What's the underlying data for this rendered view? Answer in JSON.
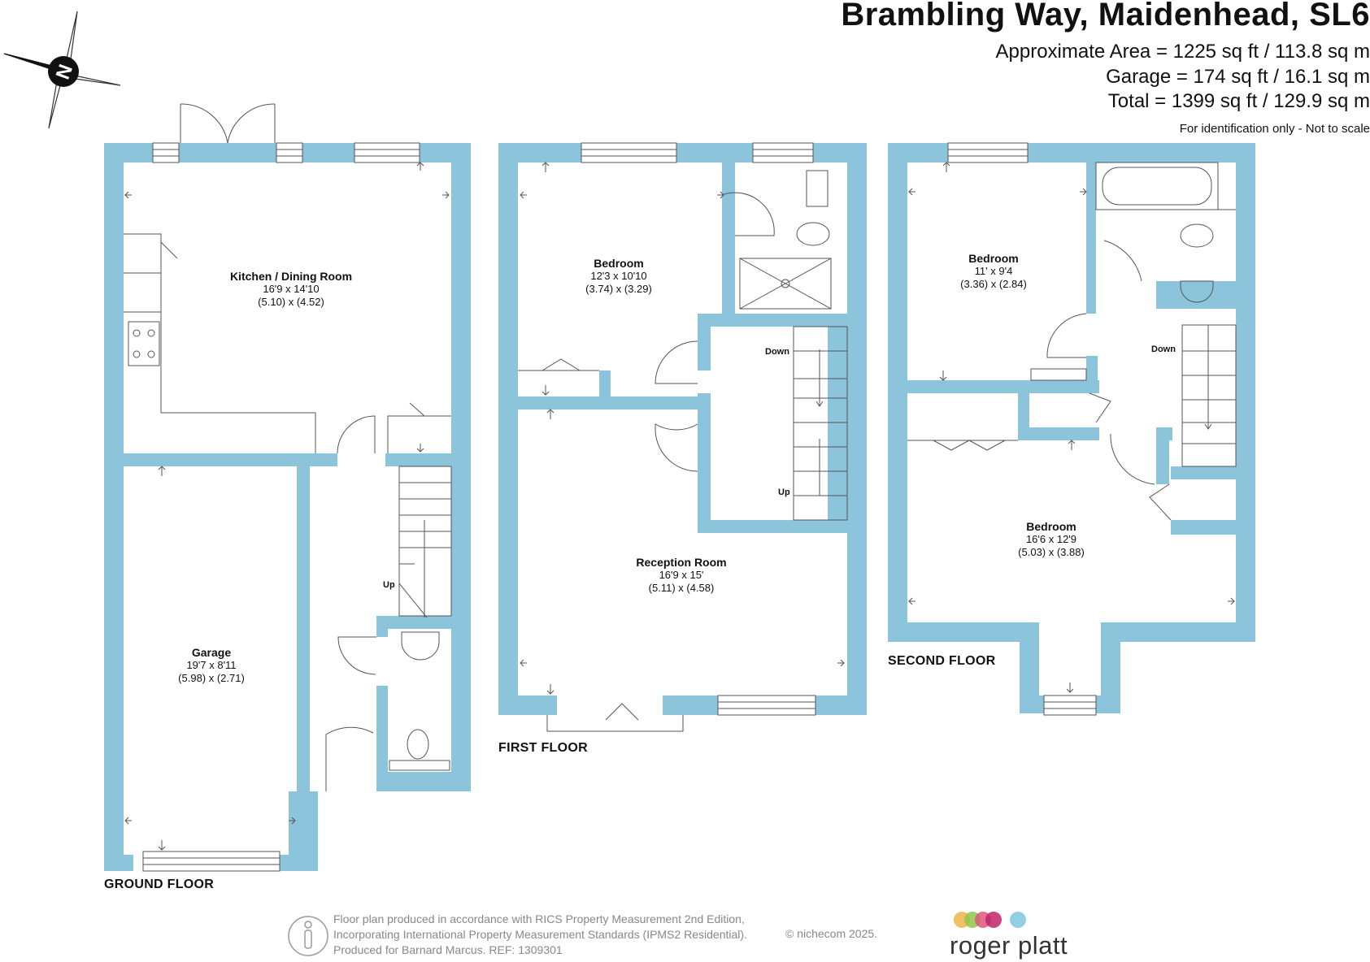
{
  "header": {
    "title": "Brambling Way, Maidenhead, SL6",
    "approx_area": "Approximate Area = 1225 sq ft / 113.8 sq m",
    "garage_area": "Garage = 174 sq ft / 16.1 sq m",
    "total_area": "Total = 1399 sq ft / 129.9 sq m",
    "disclaimer": "For identification only - Not to scale"
  },
  "compass": {
    "letter": "N",
    "icon": "compass-rose-icon"
  },
  "colors": {
    "wall": "#8cc4dc",
    "line": "#555555",
    "text": "#111111"
  },
  "floors": {
    "ground": {
      "label": "GROUND FLOOR",
      "rooms": [
        {
          "name": "Kitchen / Dining Room",
          "imperial": "16'9 x 14'10",
          "metric": "(5.10) x (4.52)"
        },
        {
          "name": "Garage",
          "imperial": "19'7 x 8'11",
          "metric": "(5.98) x (2.71)"
        }
      ],
      "stairs": {
        "up": "Up"
      }
    },
    "first": {
      "label": "FIRST FLOOR",
      "rooms": [
        {
          "name": "Bedroom",
          "imperial": "12'3 x 10'10",
          "metric": "(3.74) x (3.29)"
        },
        {
          "name": "Reception Room",
          "imperial": "16'9 x 15'",
          "metric": "(5.11) x (4.58)"
        }
      ],
      "stairs": {
        "down": "Down",
        "up": "Up"
      }
    },
    "second": {
      "label": "SECOND FLOOR",
      "rooms": [
        {
          "name": "Bedroom",
          "imperial": "11' x 9'4",
          "metric": "(3.36) x (2.84)"
        },
        {
          "name": "Bedroom",
          "imperial": "16'6 x 12'9",
          "metric": "(5.03) x (3.88)"
        }
      ],
      "stairs": {
        "down": "Down"
      }
    }
  },
  "footer": {
    "line1": "Floor plan produced in accordance with RICS Property Measurement 2nd Edition,",
    "line2": "Incorporating International Property Measurement Standards (IPMS2 Residential).",
    "line3": "Produced for Barnard Marcus.    REF:  1309301",
    "copyright": "© nichecom 2025.",
    "brand": "roger platt",
    "brand_dot_colors": [
      "#f0b44c",
      "#8cc84b",
      "#e0577a",
      "#c0246a",
      "#7fc6e0"
    ]
  }
}
